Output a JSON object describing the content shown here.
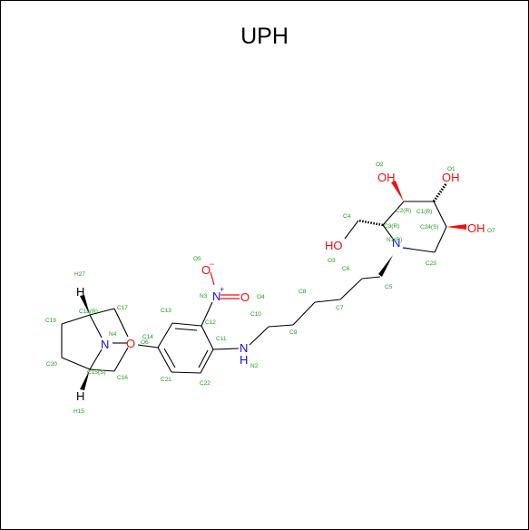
{
  "title": "UPH",
  "colors": {
    "carbon_label": "#1a9e1a",
    "nitrogen": "#1010dd",
    "oxygen": "#ee1010",
    "bond": "#000000"
  },
  "atoms": {
    "OH_top_left": "OH",
    "OH_top_right": "OH",
    "OH_right": "OH",
    "HO_left": "HO",
    "N_ring": "N",
    "N_nitro": "N",
    "O_nitro_top": "O",
    "O_nitro_right": "O",
    "nitro_plus": "+",
    "nitro_minus": "−",
    "NH_linker": "N",
    "NH_H": "H",
    "N_bicyclic": "N",
    "O_bicyclic": "O",
    "H_top": "H",
    "H_bottom": "H"
  },
  "labels": [
    {
      "id": "o2",
      "text": "O2"
    },
    {
      "id": "o1",
      "text": "O1"
    },
    {
      "id": "c2",
      "text": "C2(R)"
    },
    {
      "id": "c1",
      "text": "C1(R)"
    },
    {
      "id": "c4",
      "text": "C4"
    },
    {
      "id": "c3",
      "text": "C3(R)"
    },
    {
      "id": "c24",
      "text": "C24(S)"
    },
    {
      "id": "o7",
      "text": "O7"
    },
    {
      "id": "n1",
      "text": "N1(R)"
    },
    {
      "id": "o3",
      "text": "O3"
    },
    {
      "id": "c23",
      "text": "C23"
    },
    {
      "id": "c6",
      "text": "C6"
    },
    {
      "id": "c5",
      "text": "C5"
    },
    {
      "id": "c8",
      "text": "C8"
    },
    {
      "id": "c7",
      "text": "C7"
    },
    {
      "id": "o5",
      "text": "O5"
    },
    {
      "id": "n3",
      "text": "N3"
    },
    {
      "id": "o4",
      "text": "O4"
    },
    {
      "id": "c10",
      "text": "C10"
    },
    {
      "id": "c9",
      "text": "C9"
    },
    {
      "id": "c13",
      "text": "C13"
    },
    {
      "id": "c12",
      "text": "C12"
    },
    {
      "id": "c11",
      "text": "C11"
    },
    {
      "id": "n2",
      "text": "N2"
    },
    {
      "id": "c14",
      "text": "C14"
    },
    {
      "id": "c21",
      "text": "C21"
    },
    {
      "id": "c22",
      "text": "C22"
    },
    {
      "id": "h27",
      "text": "H27"
    },
    {
      "id": "c17",
      "text": "C17"
    },
    {
      "id": "c18",
      "text": "C18(R)"
    },
    {
      "id": "n4",
      "text": "N4"
    },
    {
      "id": "c19",
      "text": "C19"
    },
    {
      "id": "o6",
      "text": "O6"
    },
    {
      "id": "c20",
      "text": "C20"
    },
    {
      "id": "c15",
      "text": "C15(S)"
    },
    {
      "id": "c16",
      "text": "C16"
    },
    {
      "id": "h15",
      "text": "H15"
    }
  ]
}
